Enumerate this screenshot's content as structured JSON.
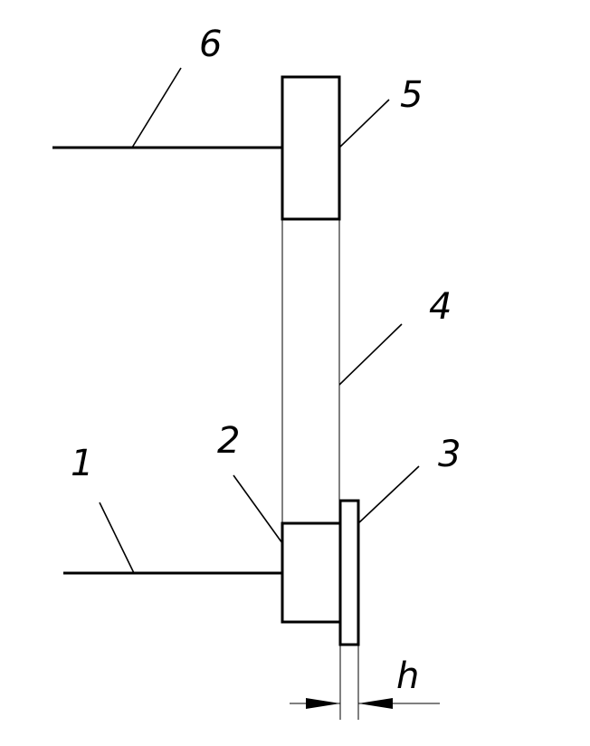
{
  "labels": {
    "l1": "1",
    "l2": "2",
    "l3": "3",
    "l4": "4",
    "l5": "5",
    "l6": "6",
    "h": "h"
  }
}
